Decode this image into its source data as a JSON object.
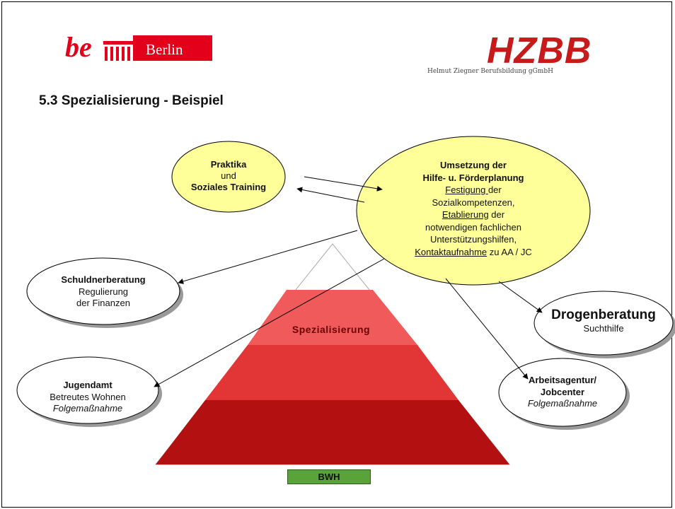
{
  "logos": {
    "berlin_left": "be",
    "berlin_right": "Berlin",
    "hzbb": "HZBB",
    "hzbb_subtitle": "Helmut Ziegner Berufsbildung gGmbH"
  },
  "slide": {
    "title": "5.3 Spezialisierung - Beispiel"
  },
  "nodes": {
    "praktika": {
      "line1": "Praktika",
      "line2": "und",
      "line3": "Soziales Training"
    },
    "umsetzung": {
      "title1": "Umsetzung der",
      "title2": "Hilfe- u. Förderplanung",
      "festigung_u": "Festigung ",
      "festigung_rest": "der",
      "line_sozial": "Sozialkompetenzen,",
      "etablierung_u": "Etablierung",
      "etablierung_rest": " der",
      "line_notw": "notwendigen fachlichen",
      "line_unter": "Unterstützungshilfen,",
      "kontakt_u": "Kontaktaufnahme",
      "kontakt_rest": " zu AA / JC"
    },
    "schuldner": {
      "title": "Schuldnerberatung",
      "line2": "Regulierung",
      "line3": "der Finanzen"
    },
    "jugendamt": {
      "title": "Jugendamt",
      "line2": "Betreutes Wohnen",
      "line3": "Folgemaßnahme"
    },
    "drogen": {
      "title": "Drogenberatung",
      "line2": "Suchthilfe"
    },
    "arbeit": {
      "title1": "Arbeitsagentur/",
      "title2": "Jobcenter",
      "line3": "Folgemaßnahme"
    }
  },
  "pyramid": {
    "label": "Spezialisierung"
  },
  "footer": {
    "bwh": "BWH"
  },
  "colors": {
    "ellipse_yellow": "#ffff99",
    "pyramid_red_1": "#f05a5a",
    "pyramid_red_2": "#e23535",
    "pyramid_red_3": "#d41e1e",
    "pyramid_red_4": "#b31111",
    "brand_red": "#c71a1a",
    "bwh_green": "#5aa23a"
  }
}
